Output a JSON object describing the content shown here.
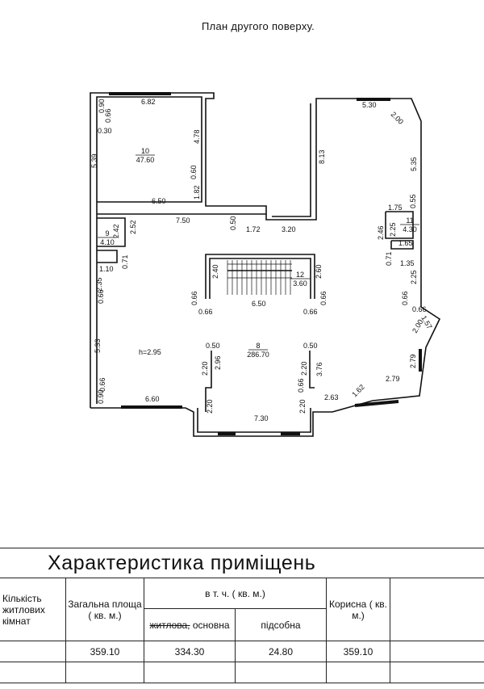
{
  "plan_title": "План другого поверху.",
  "rooms": [
    {
      "number": "10",
      "area": "47.60"
    },
    {
      "number": "9",
      "area": "4.10"
    },
    {
      "number": "11",
      "area": "4.30"
    },
    {
      "number": "12",
      "area": "3.60"
    },
    {
      "number": "8",
      "area": "286.70"
    }
  ],
  "ceiling_height": "h=2.95",
  "dimensions": [
    "6.82",
    "0.90",
    "0.66",
    "0.30",
    "5.39",
    "4.78",
    "0.60",
    "1.82",
    "6.50",
    "7.50",
    "0.50",
    "1.72",
    "3.20",
    "8.13",
    "5.30",
    "2.00",
    "5.35",
    "0.55",
    "1.75",
    "2.46",
    "2.25",
    "1.65",
    "0.71",
    "1.35",
    "2.25",
    "0.66",
    "0.66",
    "1.57",
    "2.00",
    "2.79",
    "2.79",
    "2.63",
    "1.62",
    "2.42",
    "2.52",
    "1.10",
    "0.71",
    "2.35",
    "0.66",
    "5.33",
    "0.66",
    "0.90",
    "6.60",
    "2.40",
    "2.60",
    "0.66",
    "0.66",
    "6.50",
    "0.66",
    "0.66",
    "0.50",
    "0.50",
    "2.96",
    "2.20",
    "2.20",
    "3.76",
    "0.66",
    "2.20",
    "2.20",
    "7.30"
  ],
  "table": {
    "title": "Характеристика  приміщень",
    "headers": {
      "rooms_count": "Кількість житлових кімнат",
      "total_area": "Загальна площа ( кв. м.)",
      "incl": "в  т.  ч.  ( кв. м.)",
      "living_struck": "житлова,",
      "main": "основна",
      "auxiliary": "підсобна",
      "useful": "Корисна ( кв. м.)"
    },
    "row": {
      "rooms_count": "",
      "total_area": "359.10",
      "main": "334.30",
      "auxiliary": "24.80",
      "useful": "359.10"
    }
  }
}
